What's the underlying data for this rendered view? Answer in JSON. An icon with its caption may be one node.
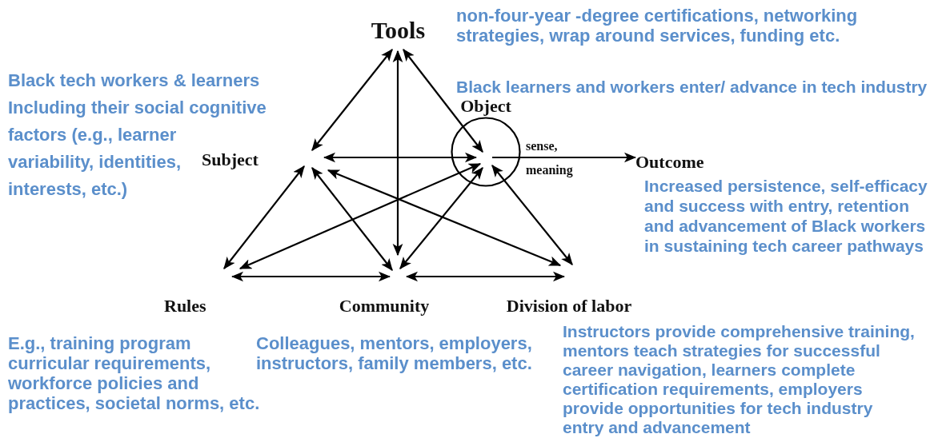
{
  "diagram": {
    "nodes": [
      {
        "text": [
          "Tools"
        ],
        "beside": [
          "non-four-year -degree certifications, networking strategies, wrap around services, funding  etc."
        ]
      },
      {
        "text": [
          "Subject"
        ],
        "beside": [
          "Black tech workers & learners Including their social cognitive factors (e.g., learner variability, identities, interests, etc.)"
        ]
      },
      {
        "text": [
          "Object"
        ],
        "beside": [
          "Black learners and workers enter/ advance in tech industry",
          "sense, meaning"
        ]
      },
      {
        "text": [
          "Outcome"
        ],
        "beside": [
          "Increased persistence, self-efficacy and success with entry,  retention and advancement of Black workers in sustaining tech career pathways"
        ]
      },
      {
        "text": [
          "Rules"
        ],
        "beside": [
          "E.g., training program curricular requirements, workforce policies and practices, societal norms, etc."
        ]
      },
      {
        "text": [
          "Community"
        ],
        "beside": [
          "Colleagues, mentors, employers, instructors, family members, etc."
        ]
      },
      {
        "text": [
          "Division of labor"
        ],
        "beside": [
          "Instructors provide comprehensive training, mentors teach strategies for successful career navigation, learners complete certification requirements, employers provide opportunities for tech industry entry and advancement"
        ]
      }
    ],
    "edges": [
      {
        "from": 0,
        "to": 1,
        "arrow": "both"
      },
      {
        "from": 0,
        "to": 2,
        "arrow": "both"
      },
      {
        "from": 0,
        "to": 5,
        "arrow": "both"
      },
      {
        "from": 1,
        "to": 2,
        "arrow": "both"
      },
      {
        "from": 2,
        "to": 3,
        "arrow": "to"
      },
      {
        "from": 1,
        "to": 4,
        "arrow": "both"
      },
      {
        "from": 1,
        "to": 5,
        "arrow": "both"
      },
      {
        "from": 1,
        "to": 6,
        "arrow": "both"
      },
      {
        "from": 2,
        "to": 4,
        "arrow": "both"
      },
      {
        "from": 2,
        "to": 5,
        "arrow": "both"
      },
      {
        "from": 2,
        "to": 6,
        "arrow": "both"
      },
      {
        "from": 4,
        "to": 5,
        "arrow": "both"
      },
      {
        "from": 5,
        "to": 6,
        "arrow": "both"
      }
    ]
  }
}
